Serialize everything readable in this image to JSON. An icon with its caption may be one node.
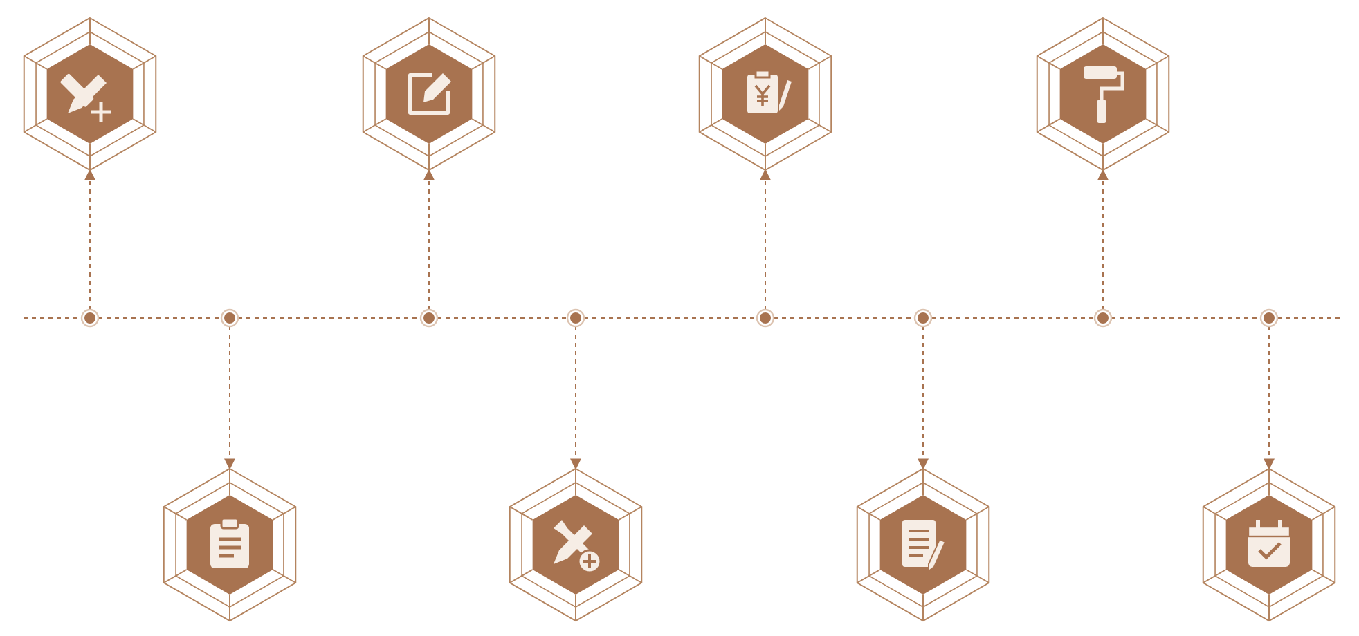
{
  "diagram": {
    "nodes": [
      {
        "text": [],
        "shape": "hexagon"
      },
      {
        "text": [],
        "shape": "hexagon"
      },
      {
        "text": [],
        "shape": "hexagon"
      },
      {
        "text": [],
        "shape": "hexagon"
      },
      {
        "text": [],
        "shape": "circle"
      },
      {
        "text": [],
        "shape": "circle"
      },
      {
        "text": [],
        "shape": "circle"
      },
      {
        "text": [],
        "shape": "circle"
      },
      {
        "text": [],
        "shape": "circle"
      },
      {
        "text": [],
        "shape": "circle"
      },
      {
        "text": [],
        "shape": "circle"
      },
      {
        "text": [],
        "shape": "circle"
      },
      {
        "text": [],
        "shape": "hexagon"
      },
      {
        "text": [],
        "shape": "hexagon"
      },
      {
        "text": [],
        "shape": "hexagon"
      },
      {
        "text": [],
        "shape": "hexagon"
      }
    ],
    "edges": [
      {
        "from": 4,
        "to": 0,
        "arrow": "to",
        "style": "dashed"
      },
      {
        "from": 5,
        "to": 12,
        "arrow": "to",
        "style": "dashed"
      },
      {
        "from": 6,
        "to": 1,
        "arrow": "to",
        "style": "dashed"
      },
      {
        "from": 7,
        "to": 13,
        "arrow": "to",
        "style": "dashed"
      },
      {
        "from": 8,
        "to": 2,
        "arrow": "to",
        "style": "dashed"
      },
      {
        "from": 9,
        "to": 14,
        "arrow": "to",
        "style": "dashed"
      },
      {
        "from": 10,
        "to": 3,
        "arrow": "to",
        "style": "dashed"
      },
      {
        "from": 11,
        "to": 15,
        "arrow": "to",
        "style": "dashed"
      },
      {
        "from": 4,
        "to": 5,
        "arrow": "none",
        "style": "dashed"
      },
      {
        "from": 5,
        "to": 6,
        "arrow": "none",
        "style": "dashed"
      },
      {
        "from": 6,
        "to": 7,
        "arrow": "none",
        "style": "dashed"
      },
      {
        "from": 7,
        "to": 8,
        "arrow": "none",
        "style": "dashed"
      },
      {
        "from": 8,
        "to": 9,
        "arrow": "none",
        "style": "dashed"
      },
      {
        "from": 9,
        "to": 10,
        "arrow": "none",
        "style": "dashed"
      },
      {
        "from": 10,
        "to": 11,
        "arrow": "none",
        "style": "dashed"
      }
    ]
  }
}
